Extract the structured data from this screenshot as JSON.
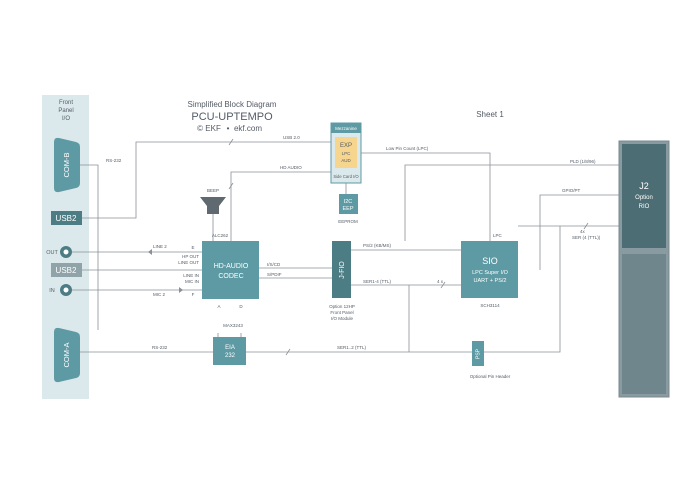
{
  "header": {
    "subtitle": "Simplified Block Diagram",
    "title": "PCU-UPTEMPO",
    "brand": "© EKF",
    "bullet": "•",
    "url": "ekf.com",
    "sheet": "Sheet 1"
  },
  "front_panel": {
    "label": [
      "Front",
      "Panel",
      "I/O"
    ],
    "com_b": "COM-B",
    "com_a": "COM-A",
    "usb_top": "USB2",
    "usb_bottom": "USB2",
    "jack_out": "OUT",
    "jack_in": "IN"
  },
  "mezzanine": {
    "title": "Mezzanine",
    "lines": [
      "EXP",
      "LPC",
      "AUD"
    ],
    "sidecard": "Side Card I/O"
  },
  "i2c": {
    "lines": [
      "I2C",
      "EEP"
    ],
    "caption": "EEPROM"
  },
  "beep": "BEEP",
  "codec": {
    "lines": [
      "HD-AUDIO",
      "CODEC"
    ],
    "part": "ALC262",
    "pin_a": "A",
    "pin_d": "D",
    "pin_e": "E",
    "pin_f": "F",
    "io_left": [
      "HP OUT",
      "LINE OUT",
      "LINE IN",
      "MIC IN"
    ]
  },
  "jfio": {
    "label": "J-FIO",
    "caption": [
      "Option 12HP",
      "Front Panel",
      "I/O Module"
    ]
  },
  "sio": {
    "title": "SIO",
    "lines": [
      "LPC Super I/O",
      "UART + PS/2"
    ],
    "part": "SCH3114"
  },
  "eia": {
    "lines": [
      "EIA",
      "232"
    ],
    "part": "MAX3243"
  },
  "psp": {
    "label": "PSP",
    "caption": "Optional Pin Header"
  },
  "j2": {
    "lines": [
      "J2",
      "Option",
      "RIO"
    ]
  },
  "signals": {
    "rs232_top": "RS-232",
    "usb20": "USB 2.0",
    "hd_audio": "HD AUDIO",
    "low_pin_count": "Low Pin Count (LPC)",
    "pld": "PLD (1/8/96)",
    "gpio": "GPIO/PT",
    "ser_4": "4x",
    "ser_ttl": "SER (4 (TTL))",
    "line2": "LINE 2",
    "mic2": "MIC 2",
    "spdif_a": "I/S/CD",
    "spdif_b": "S/PDIF",
    "ps2": "PS/2 (KB/MS)",
    "ser14": "SER1-4 (TTL)",
    "ser_4x": "4 x",
    "lpc": "LPC",
    "rs232_bottom": "RS-232",
    "ser12": "SER1..2 (TTL)"
  },
  "colors": {
    "panel": "#dbe9ec",
    "block": "#5e9aa3",
    "block_dark": "#4d7d84",
    "mezz_inner": "#f6d58e",
    "j2_border": "#7b8a91",
    "j2_fill": "#4d6d74"
  }
}
